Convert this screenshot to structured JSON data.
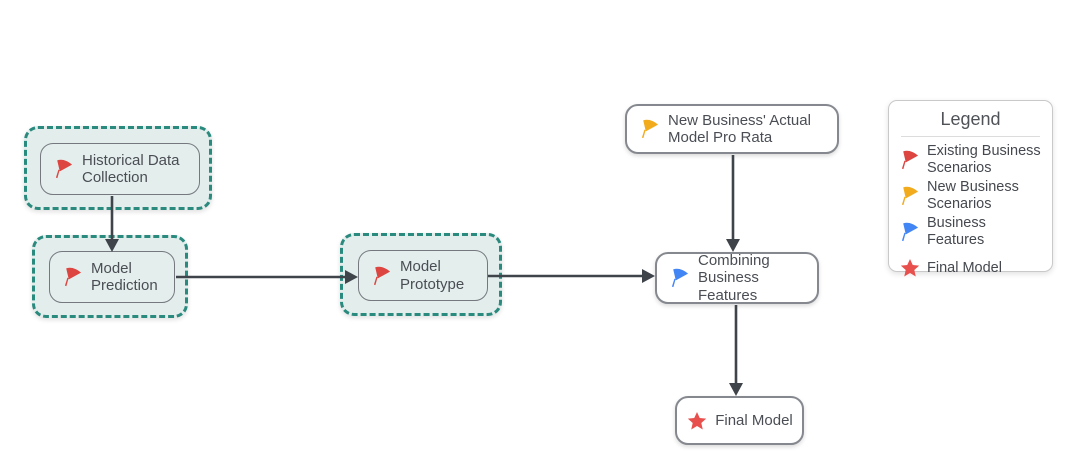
{
  "colors": {
    "existing_flag": "#DC4540",
    "new_flag": "#F2AB1D",
    "features_flag": "#4285F4",
    "final_star": "#E8504E",
    "group_border": "#2A8A7E",
    "group_fill": "#E3EDEC",
    "arrow": "#3F444A"
  },
  "nodes": {
    "historical": {
      "label": "Historical Data Collection",
      "icon": "flag-red"
    },
    "prediction": {
      "label": "Model Prediction",
      "icon": "flag-red"
    },
    "prototype": {
      "label": "Model Prototype",
      "icon": "flag-red"
    },
    "new_business": {
      "label": "New Business' Actual Model Pro Rata",
      "icon": "flag-yellow"
    },
    "combining": {
      "label": "Combining Business Features",
      "icon": "flag-blue"
    },
    "final": {
      "label": "Final Model",
      "icon": "star-red"
    }
  },
  "legend": {
    "title": "Legend",
    "items": [
      {
        "label": "Existing Business Scenarios",
        "icon": "flag",
        "color": "#DC4540"
      },
      {
        "label": "New Business Scenarios",
        "icon": "flag",
        "color": "#F2AB1D"
      },
      {
        "label": "Business Features",
        "icon": "flag",
        "color": "#4285F4"
      },
      {
        "label": "Final Model",
        "icon": "star",
        "color": "#E8504E"
      }
    ]
  }
}
